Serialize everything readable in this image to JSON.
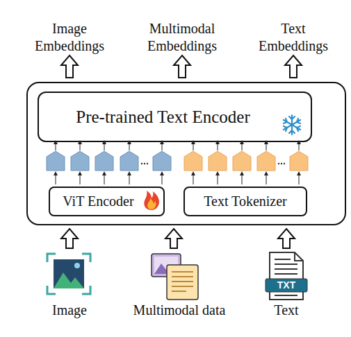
{
  "diagram": {
    "nodes": [
      {
        "text": []
      },
      {
        "text": [
          "Pre-trained Text Encoder"
        ],
        "in": 0
      },
      {
        "text": [
          "ViT Encoder"
        ],
        "in": 0
      },
      {
        "text": [
          "Text Tokenizer"
        ],
        "in": 0
      }
    ],
    "labels": [
      "Image Embeddings",
      "Multimodal Embeddings",
      "Text Embeddings",
      "Image",
      "Multimodal data",
      "Text",
      "TXT"
    ]
  }
}
